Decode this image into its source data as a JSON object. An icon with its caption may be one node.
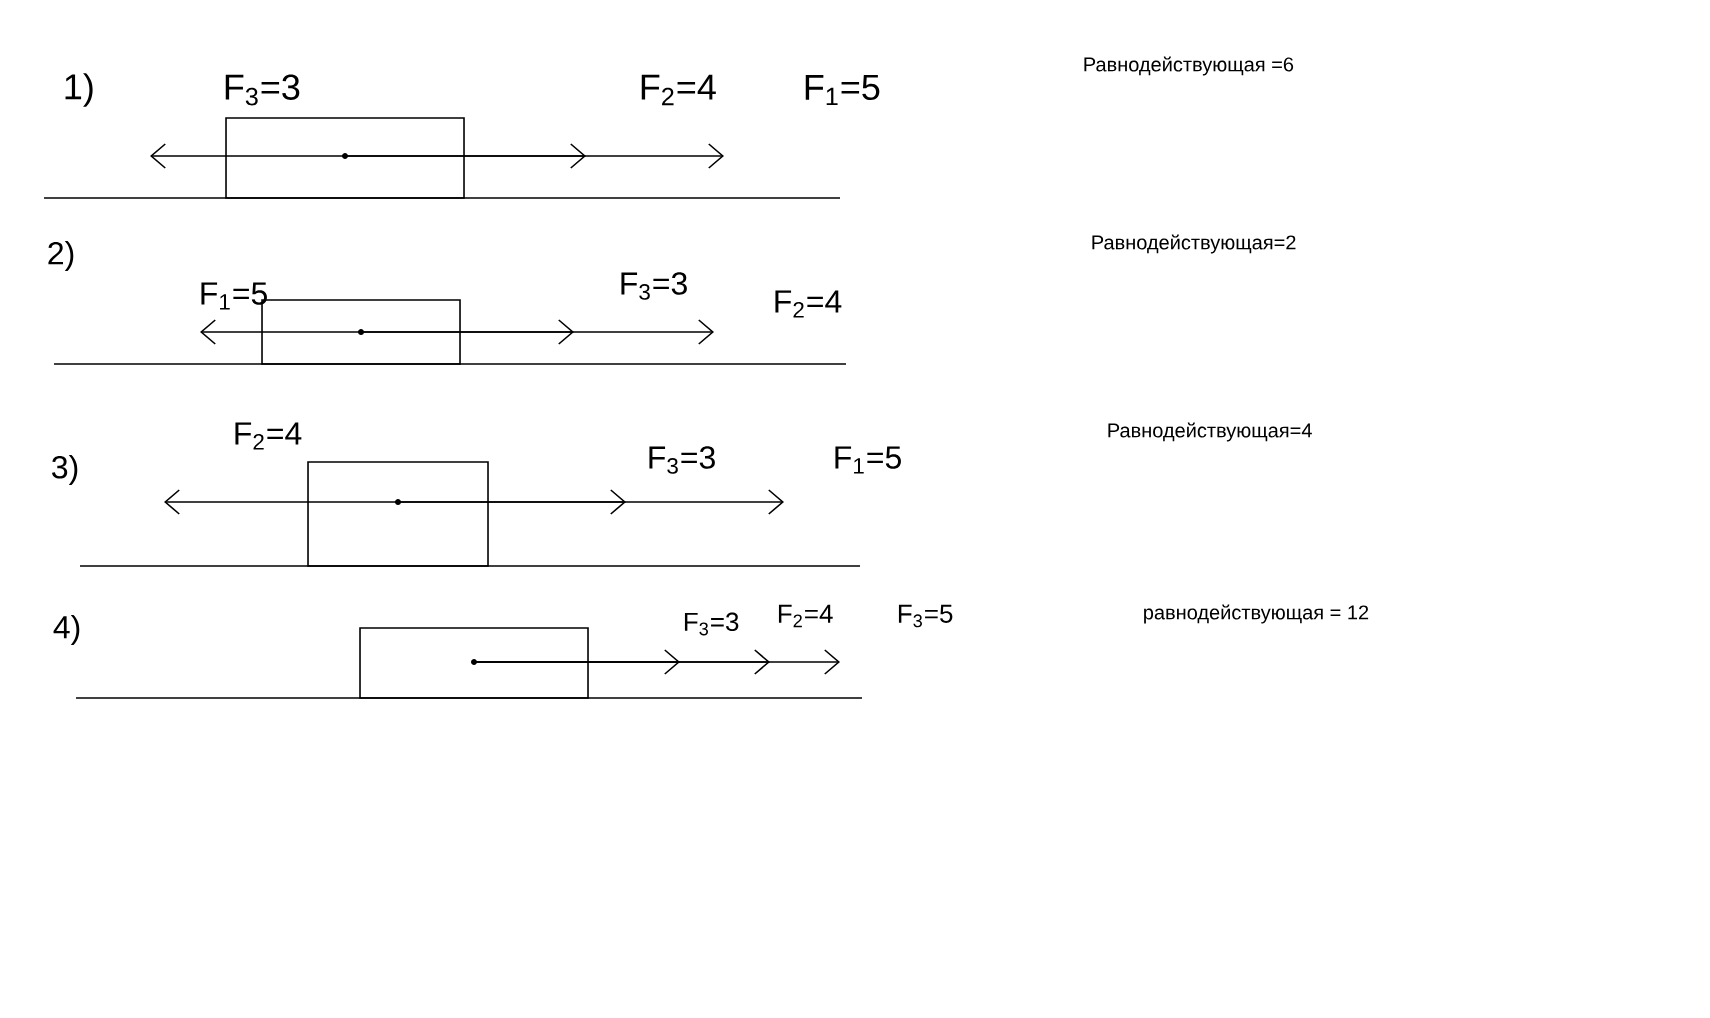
{
  "diagram": {
    "nodes": [
      {
        "text": [],
        "shape": "box"
      },
      {
        "text": [],
        "shape": "box"
      },
      {
        "text": [],
        "shape": "box"
      },
      {
        "text": [],
        "shape": "box"
      }
    ],
    "labels": [
      "1)",
      "F$_{3}$=3",
      "F$_{2}$=4",
      "F$_{1}$=5",
      "Равнодействующая =6",
      "2)",
      "F$_{1}$=5",
      "F$_{3}$=3",
      "F$_{2}$=4",
      "Равнодействующая=2",
      "3)",
      "F$_{2}$=4",
      "F$_{3}$=3",
      "F$_{1}$=5",
      "Равнодействующая=4",
      "4)",
      "F$_{3}$=3",
      "F$_{2}$=4",
      "F$_{3}$=5",
      "равнодействующая = 12"
    ]
  }
}
